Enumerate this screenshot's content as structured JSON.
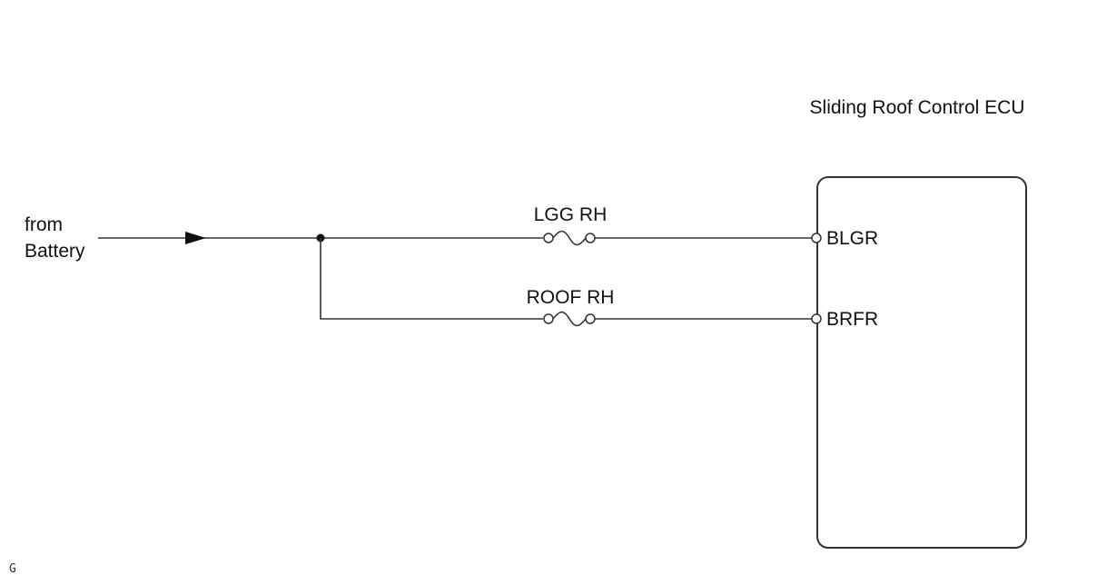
{
  "source_label": {
    "line1": "from",
    "line2": "Battery"
  },
  "ecu": {
    "title": "Sliding Roof Control ECU",
    "pins": [
      "BLGR",
      "BRFR"
    ]
  },
  "fuses": [
    "LGG RH",
    "ROOF RH"
  ],
  "corner_mark": "G",
  "colors": {
    "line": "#333333",
    "text": "#111111",
    "background": "#ffffff"
  }
}
